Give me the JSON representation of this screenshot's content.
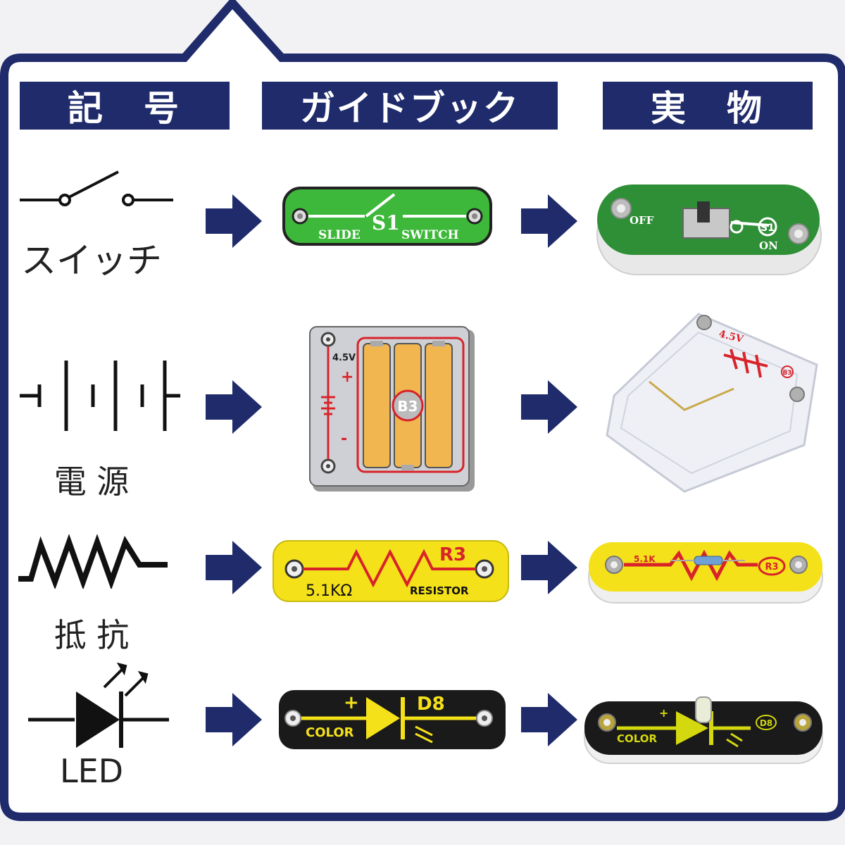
{
  "headers": {
    "symbol": "記　号",
    "guidebook": "ガイドブック",
    "actual": "実　物"
  },
  "rows": [
    {
      "name": "スイッチ",
      "guide": {
        "id": "S1",
        "left": "SLIDE",
        "right": "SWITCH"
      },
      "photo": {
        "off": "OFF",
        "on": "ON",
        "id": "S1"
      }
    },
    {
      "name": "電 源",
      "guide": {
        "id": "B3",
        "voltage": "4.5V",
        "plus": "+",
        "minus": "-"
      },
      "photo": {
        "voltage": "4.5V",
        "id": "B3"
      }
    },
    {
      "name": "抵 抗",
      "guide": {
        "id": "R3",
        "value": "5.1KΩ",
        "type": "RESISTOR"
      },
      "photo": {
        "value": "5.1K",
        "id": "R3"
      }
    },
    {
      "name": "LED",
      "guide": {
        "id": "D8",
        "plus": "+",
        "color": "COLOR"
      },
      "photo": {
        "plus": "+",
        "color": "COLOR",
        "id": "D8"
      }
    }
  ],
  "colors": {
    "navy": "#1f2b6b",
    "switch_green": "#3db83a",
    "battery_orange": "#f2b650",
    "resistor_yellow": "#f4e11a",
    "led_black": "#1a1a1a",
    "trace_red": "#d8232a"
  },
  "icons": [
    "switch-symbol-icon",
    "battery-symbol-icon",
    "resistor-symbol-icon",
    "led-symbol-icon",
    "right-arrow-icon",
    "snap-icon"
  ]
}
